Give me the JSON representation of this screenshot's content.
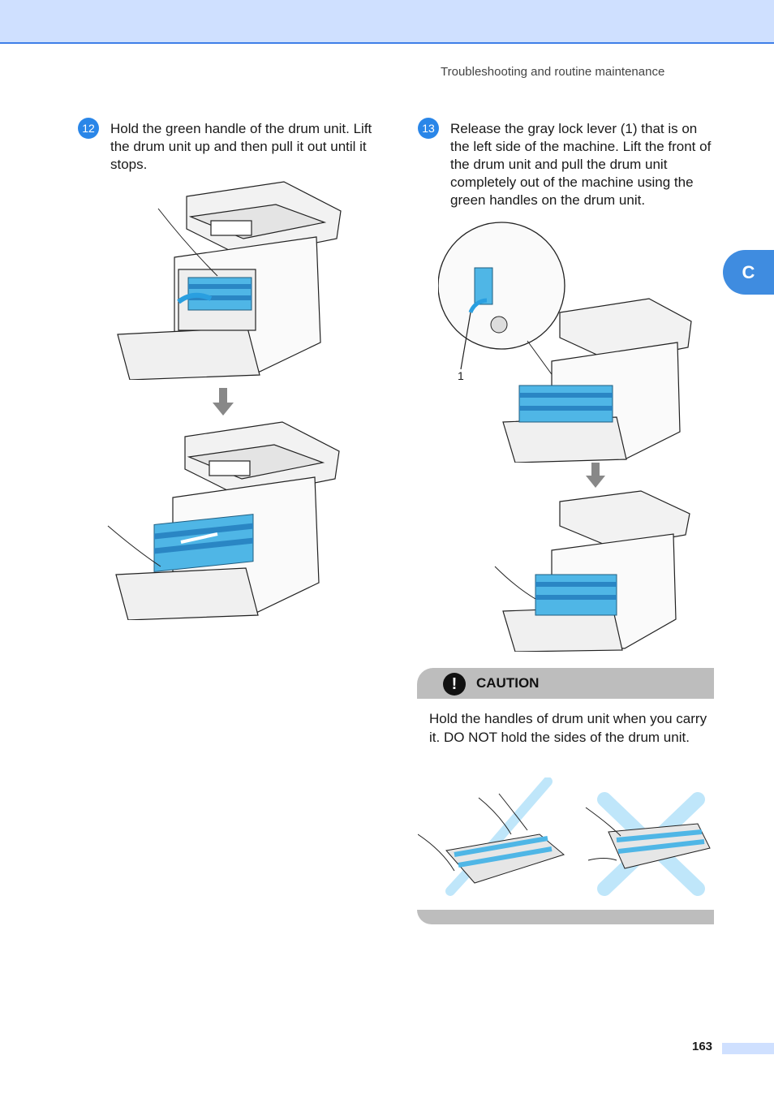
{
  "header": {
    "section_title": "Troubleshooting and routine maintenance"
  },
  "chapter_tab": {
    "label": "C"
  },
  "steps": [
    {
      "number": "12",
      "text": "Hold the green handle of the drum unit. Lift the drum unit up and then pull it out until it stops."
    },
    {
      "number": "13",
      "text": "Release the gray lock lever (1) that is on the left side of the machine. Lift the front of the drum unit and pull the drum unit completely out of the machine using the green handles on the drum unit."
    }
  ],
  "callout_label": "1",
  "caution": {
    "label": "CAUTION",
    "text": "Hold the handles of drum unit when you carry it. DO NOT hold the sides of the drum unit."
  },
  "footer": {
    "page_number": "163"
  },
  "colors": {
    "accent": "#2a86e8",
    "header_band": "#cfe0ff",
    "drum": "#4fb6e6",
    "caution_band": "#bdbdbd"
  }
}
